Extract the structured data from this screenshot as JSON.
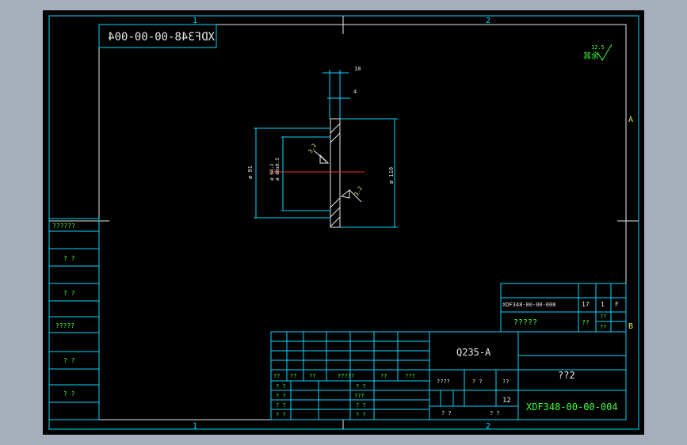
{
  "grid": {
    "top": [
      "1",
      "2"
    ],
    "bottom": [
      "1",
      "2"
    ],
    "right": [
      "A",
      "B"
    ]
  },
  "mirrored_code": "XDF348-00-00-004",
  "roughness_note": {
    "label": "其余",
    "value": "12.5"
  },
  "dimensions": {
    "top_width": "10",
    "step": "4",
    "outer_diameter": "ø 110",
    "left_diameter": "ø 91",
    "bore": "ø 64.2",
    "bore_tolerance": "ø 80±0.5",
    "roughness_1": "3.2",
    "roughness_2": "3.2"
  },
  "side_column": [
    "??????",
    "? ?",
    "? ?",
    "?????",
    "? ?",
    "? ?"
  ],
  "parts_row": {
    "code": "XDF348-00-00-008",
    "qty": "17",
    "n1": "1",
    "n2": "F",
    "name": "?????",
    "c1": "??",
    "c2": "??",
    "c3": "??"
  },
  "title_block": {
    "material": "Q235-A",
    "part_name": "??2",
    "drawing_no": "XDF348-00-00-004",
    "header_cells": [
      "??",
      "??",
      "??",
      "?????",
      "??",
      "???"
    ],
    "sign_rows": [
      "? ?",
      "? ?",
      "? ?",
      "? ?"
    ],
    "sign_rows_right": [
      "? ?",
      "???",
      "? ?",
      "? ?"
    ],
    "stage_label": "????",
    "weight_label": "? ?",
    "scale_label": "??",
    "scale_value": "12",
    "sheet_left": "? ?",
    "sheet_right": "? ?"
  }
}
